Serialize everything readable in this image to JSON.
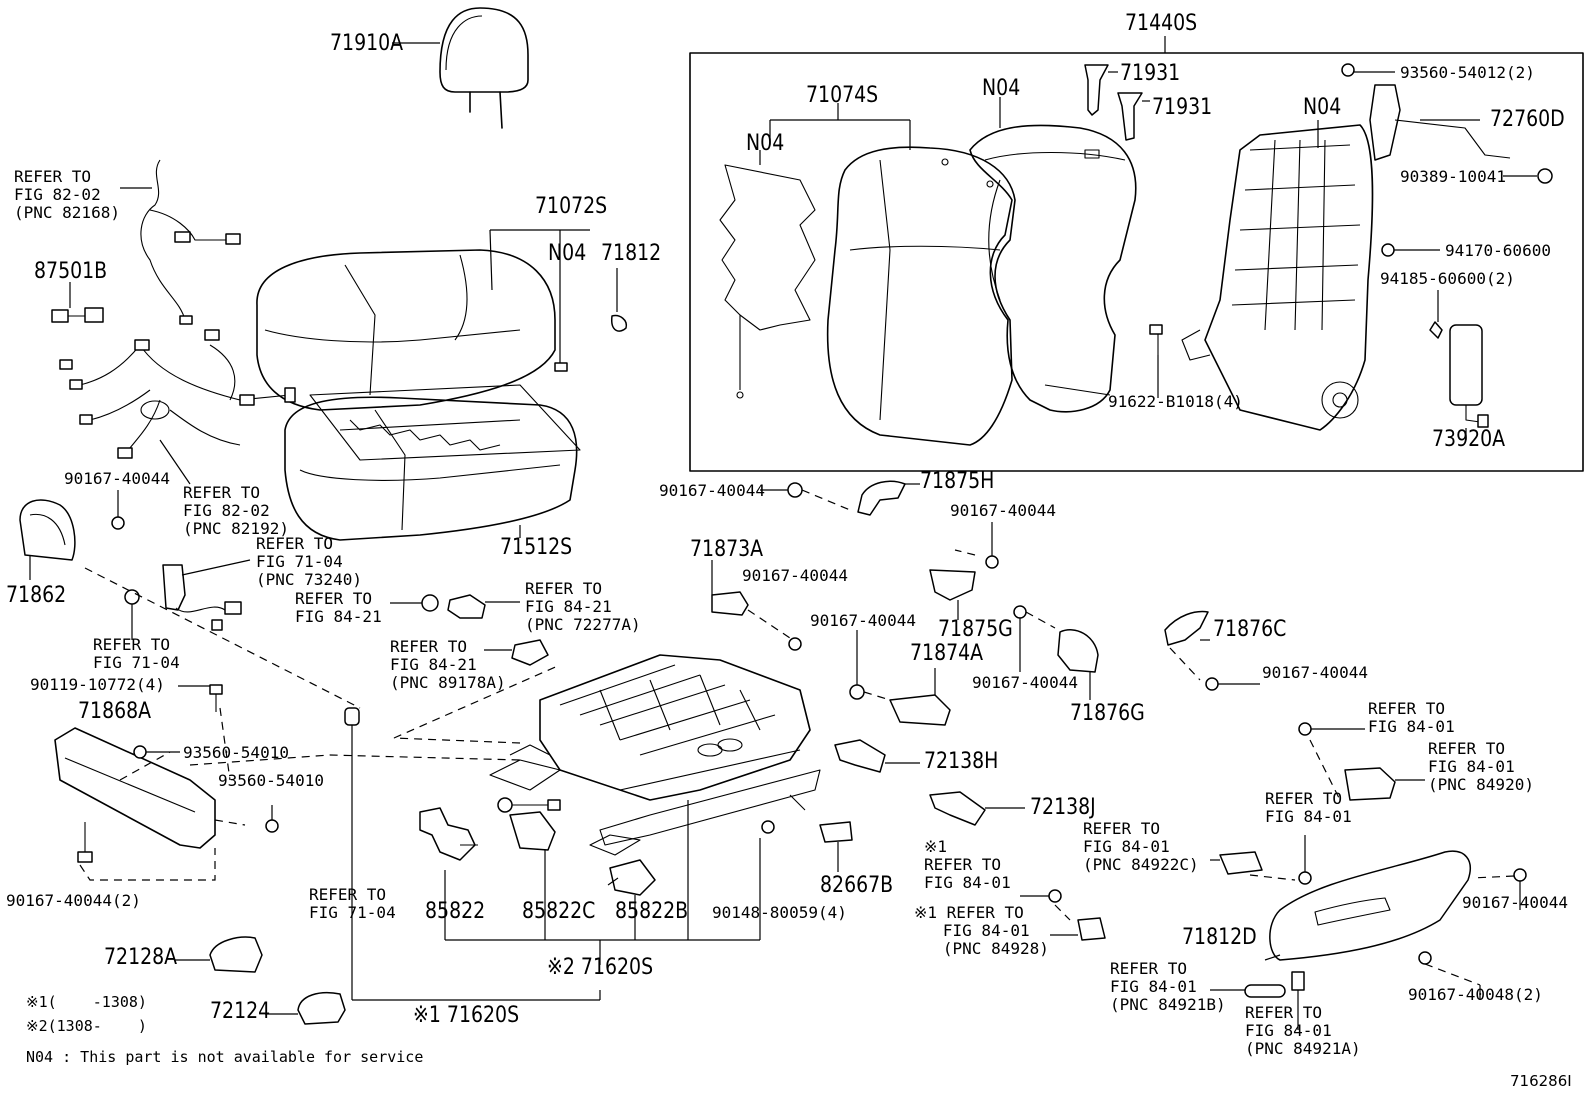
{
  "diagram": {
    "assembly_box_title": "71440S",
    "parts": {
      "p71910A": "71910A",
      "p71074S": "71074S",
      "p71072S": "71072S",
      "p71812": "71812",
      "p71512S": "71512S",
      "p87501B": "87501B",
      "p71862": "71862",
      "p71868A": "71868A",
      "p72128A": "72128A",
      "p72124": "72124",
      "p85822": "85822",
      "p85822C": "85822C",
      "p85822B": "85822B",
      "p71620S_2": "※2 71620S",
      "p71620S_1": "※1 71620S",
      "p82667B": "82667B",
      "p71873A": "71873A",
      "p71875H": "71875H",
      "p71875G": "71875G",
      "p71874A": "71874A",
      "p71876C": "71876C",
      "p71876G": "71876G",
      "p72138H": "72138H",
      "p72138J": "72138J",
      "p71812D": "71812D",
      "p71931a": "71931",
      "p71931b": "71931",
      "p72760D": "72760D",
      "p73920A": "73920A",
      "n04_a": "N04",
      "n04_b": "N04",
      "n04_c": "N04",
      "n04_d": "N04"
    },
    "bolts": {
      "b93560_54012": "93560-54012(2)",
      "b90389_10041": "90389-10041",
      "b94170_60600": "94170-60600",
      "b94185_60600": "94185-60600(2)",
      "b91622_b1018": "91622-B1018(4)",
      "b90167_40044_a": "90167-40044",
      "b90167_40044_b": "90167-40044",
      "b90167_40044_c": "90167-40044",
      "b90167_40044_d": "90167-40044",
      "b90167_40044_e": "90167-40044",
      "b90167_40044_f": "90167-40044",
      "b90167_40044_g": "90167-40044",
      "b90167_40044_h": "90167-40044",
      "b90167_40044_2": "90167-40044(2)",
      "b90119_10772": "90119-10772(4)",
      "b93560_54010_a": "93560-54010",
      "b93560_54010_b": "93560-54010",
      "b90148_80059": "90148-80059(4)",
      "b90167_40048": "90167-40048(2)"
    },
    "references": {
      "r_82168": "REFER TO\nFIG 82-02\n(PNC 82168)",
      "r_82192": "REFER TO\nFIG 82-02\n(PNC 82192)",
      "r_73240": "REFER TO\nFIG 71-04\n(PNC 73240)",
      "r_84_21": "REFER TO\nFIG 84-21",
      "r_72277A": "REFER TO\nFIG 84-21\n(PNC 72277A)",
      "r_89178A": "REFER TO\nFIG 84-21\n(PNC 89178A)",
      "r_71_04_a": "REFER TO\nFIG 71-04",
      "r_71_04_b": "REFER TO\nFIG 71-04",
      "r_84_01_a": "REFER TO\nFIG 84-01",
      "r_84920": "REFER TO\nFIG 84-01\n(PNC 84920)",
      "r_84_01_b": "REFER TO\nFIG 84-01",
      "r_84922C": "REFER TO\nFIG 84-01\n(PNC 84922C)",
      "r_84_01_c": "※1\nREFER TO\nFIG 84-01",
      "r_84928": "※1 REFER TO\n   FIG 84-01\n   (PNC 84928)",
      "r_84921B": "REFER TO\nFIG 84-01\n(PNC 84921B)",
      "r_84921A": "REFER TO\nFIG 84-01\n(PNC 84921A)"
    },
    "notes": {
      "n1": "※1(    -1308)",
      "n2": "※2(1308-    )",
      "n3": "N04 : This part is not available for service"
    },
    "figure_id": "716286I"
  }
}
